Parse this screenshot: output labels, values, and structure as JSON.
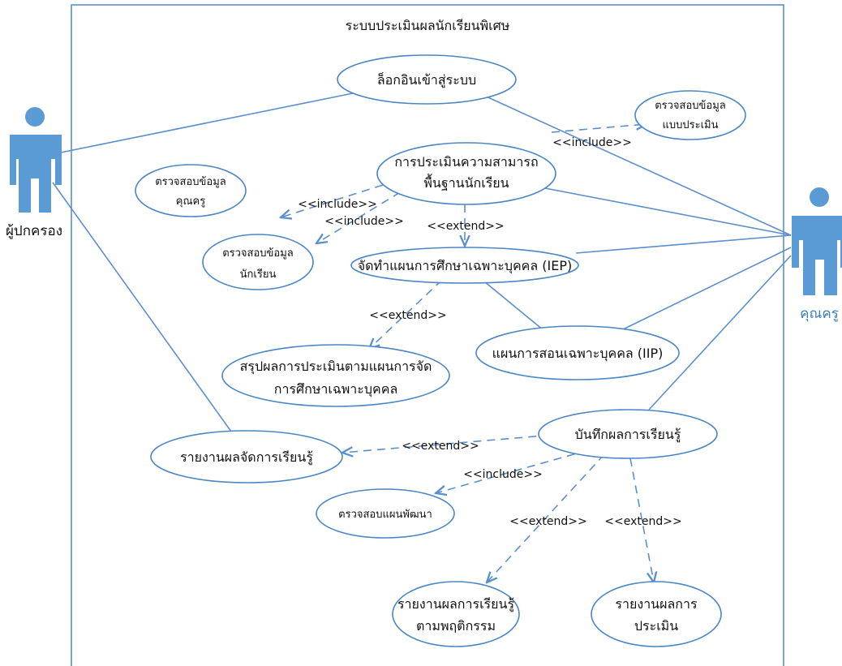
{
  "system_title": "ระบบประเมินผลนักเรียนพิเศษ",
  "actors": {
    "parent": "ผู้ปกครอง",
    "teacher": "คุณครู"
  },
  "use_cases": {
    "login": [
      "ล็อกอินเข้าสู่ระบบ"
    ],
    "check_form": [
      "ตรวจสอบข้อมูล",
      "แบบประเมิน"
    ],
    "assess_ability": [
      "การประเมินความสามารถ",
      "พื้นฐานนักเรียน"
    ],
    "check_teacher": [
      "ตรวจสอบข้อมูล",
      "คุณครู"
    ],
    "check_student": [
      "ตรวจสอบข้อมูล",
      "นักเรียน"
    ],
    "iep": [
      "จัดทำแผนการศึกษาเฉพาะบุคคล (IEP)"
    ],
    "iip": [
      "แผนการสอนเฉพาะบุคคล (IIP)"
    ],
    "summary": [
      "สรุปผลการประเมินตามแผนการจัด",
      "การศึกษาเฉพาะบุคคล"
    ],
    "record": [
      "บันทึกผลการเรียนรู้"
    ],
    "report_learning": [
      "รายงานผลจัดการเรียนรู้"
    ],
    "check_dev": [
      "ตรวจสอบแผนพัฒนา"
    ],
    "report_behavior": [
      "รายงานผลการเรียนรู้",
      "ตามพฤติกรรม"
    ],
    "report_eval": [
      "รายงานผลการ",
      "ประเมิน"
    ]
  },
  "stereotypes": {
    "include": "<<include>>",
    "extend": "<<extend>>"
  },
  "colors": {
    "line": "#5b8fcc",
    "actor": "#5b9bd5",
    "teacher_label": "#3b7fc4",
    "text": "#111111"
  }
}
